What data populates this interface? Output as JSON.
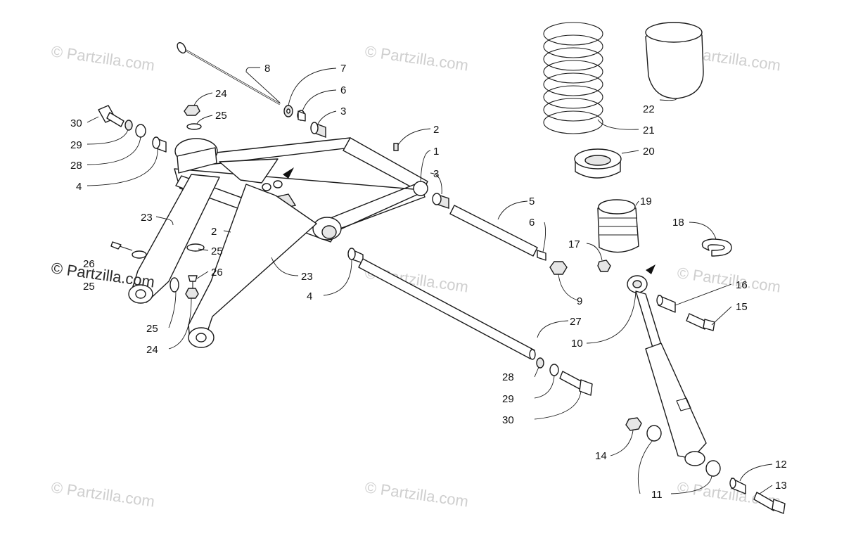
{
  "watermark": {
    "text": "© Partzilla.com",
    "color": "#cfcfcf",
    "overlay_color": "#2b2b2b"
  },
  "callouts": {
    "p1": "1",
    "p2a": "2",
    "p2b": "2",
    "p3a": "3",
    "p3b": "3",
    "p4a": "4",
    "p4b": "4",
    "p5": "5",
    "p6a": "6",
    "p6b": "6",
    "p7": "7",
    "p8": "8",
    "p9": "9",
    "p10": "10",
    "p11": "11",
    "p12": "12",
    "p13": "13",
    "p14": "14",
    "p15": "15",
    "p16": "16",
    "p17": "17",
    "p18": "18",
    "p19": "19",
    "p20": "20",
    "p21": "21",
    "p22": "22",
    "p23a": "23",
    "p23b": "23",
    "p24a": "24",
    "p24b": "24",
    "p25a": "25",
    "p25b": "25",
    "p25c": "25",
    "p25d": "25",
    "p26a": "26",
    "p26b": "26",
    "p27": "27",
    "p28a": "28",
    "p28b": "28",
    "p29a": "29",
    "p29b": "29",
    "p30a": "30",
    "p30b": "30"
  }
}
